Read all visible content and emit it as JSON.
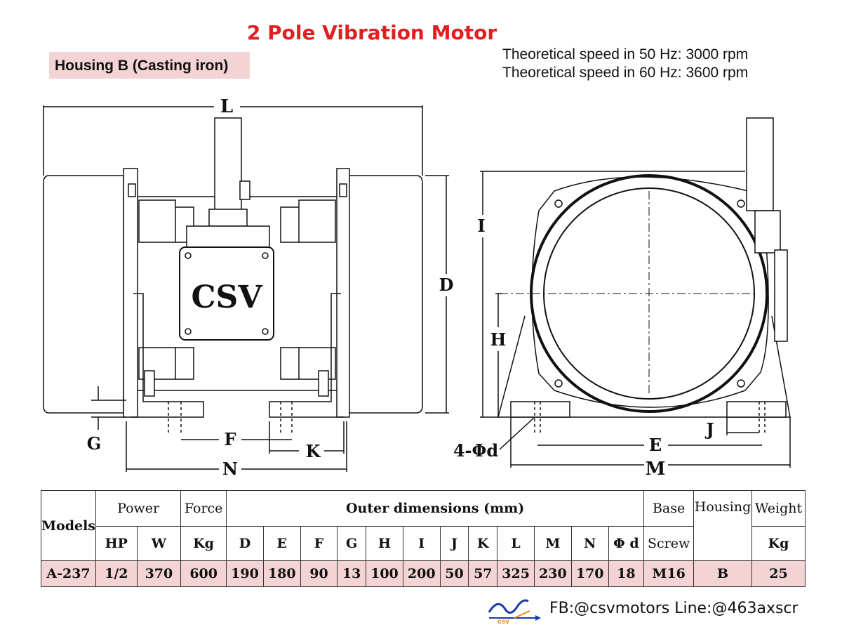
{
  "title": "2 Pole Vibration Motor",
  "housing_label": "Housing B (Casting iron)",
  "speed_50": "Theoretical speed in 50 Hz: 3000 rpm",
  "speed_60": "Theoretical speed in 60 Hz: 3600 rpm",
  "drawing": {
    "brand": "CSV",
    "dim_labels": {
      "L": "L",
      "I": "I",
      "D": "D",
      "H": "H",
      "G": "G",
      "F": "F",
      "K": "K",
      "N": "N",
      "E": "E",
      "M": "M",
      "J": "J",
      "hole": "4-Φd"
    }
  },
  "table": {
    "header1": {
      "models": "Models",
      "power": "Power",
      "force": "Force",
      "outer": "Outer dimensions (mm)",
      "base": "Base",
      "housing": "Housing",
      "weight": "Weight"
    },
    "header2": {
      "hp": "HP",
      "w": "W",
      "kg_force": "Kg",
      "D": "D",
      "E": "E",
      "F": "F",
      "G": "G",
      "H": "H",
      "I": "I",
      "J": "J",
      "K": "K",
      "L": "L",
      "M": "M",
      "N": "N",
      "phi_d": "Φ d",
      "screw": "Screw",
      "kg_weight": "Kg"
    },
    "row": {
      "model": "A-237",
      "hp": "1/2",
      "w": "370",
      "force": "600",
      "D": "190",
      "E": "180",
      "F": "90",
      "G": "13",
      "H": "100",
      "I": "200",
      "J": "50",
      "K": "57",
      "L": "325",
      "M": "230",
      "N": "170",
      "phi_d": "18",
      "screw": "M16",
      "housing": "B",
      "weight": "25"
    }
  },
  "footer": {
    "logo_text": "csv",
    "contact": "FB:@csvmotors  Line:@463axscr"
  },
  "colors": {
    "title": "#e02020",
    "highlight": "#f3d3d3",
    "logo_blue": "#1a3aa8",
    "logo_orange": "#f08a1c"
  }
}
